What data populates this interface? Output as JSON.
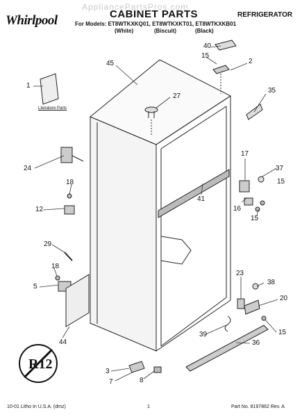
{
  "header": {
    "brand": "Whirlpool",
    "watermark": "AppliancePartsPros.com",
    "title": "CABINET PARTS",
    "category": "REFRIGERATOR",
    "models_label": "For Models: ET8WTKXKQ01, ET8WTKXKT01, ET8WTKXKB01",
    "variants": [
      "(White)",
      "(Biscuit)",
      "(Black)"
    ]
  },
  "literature_label": "Literature Parts",
  "callouts": {
    "c40": "40",
    "c15a": "15",
    "c2": "2",
    "c45": "45",
    "c1": "1",
    "c27": "27",
    "c35": "35",
    "c24": "24",
    "c17": "17",
    "c37": "37",
    "c15b": "15",
    "c18a": "18",
    "c12": "12",
    "c41": "41",
    "c16": "16",
    "c15c": "15",
    "c29": "29",
    "c18b": "18",
    "c5": "5",
    "c23": "23",
    "c38": "38",
    "c20": "20",
    "c39": "39",
    "c15d": "15",
    "c36": "36",
    "c44": "44",
    "c3": "3",
    "c7": "7",
    "c8": "8"
  },
  "badge": "R12",
  "footer": {
    "left": "10-01 Litho In U.S.A. (dmz)",
    "center": "1",
    "right": "Part No. 8197862 Rev. A"
  }
}
